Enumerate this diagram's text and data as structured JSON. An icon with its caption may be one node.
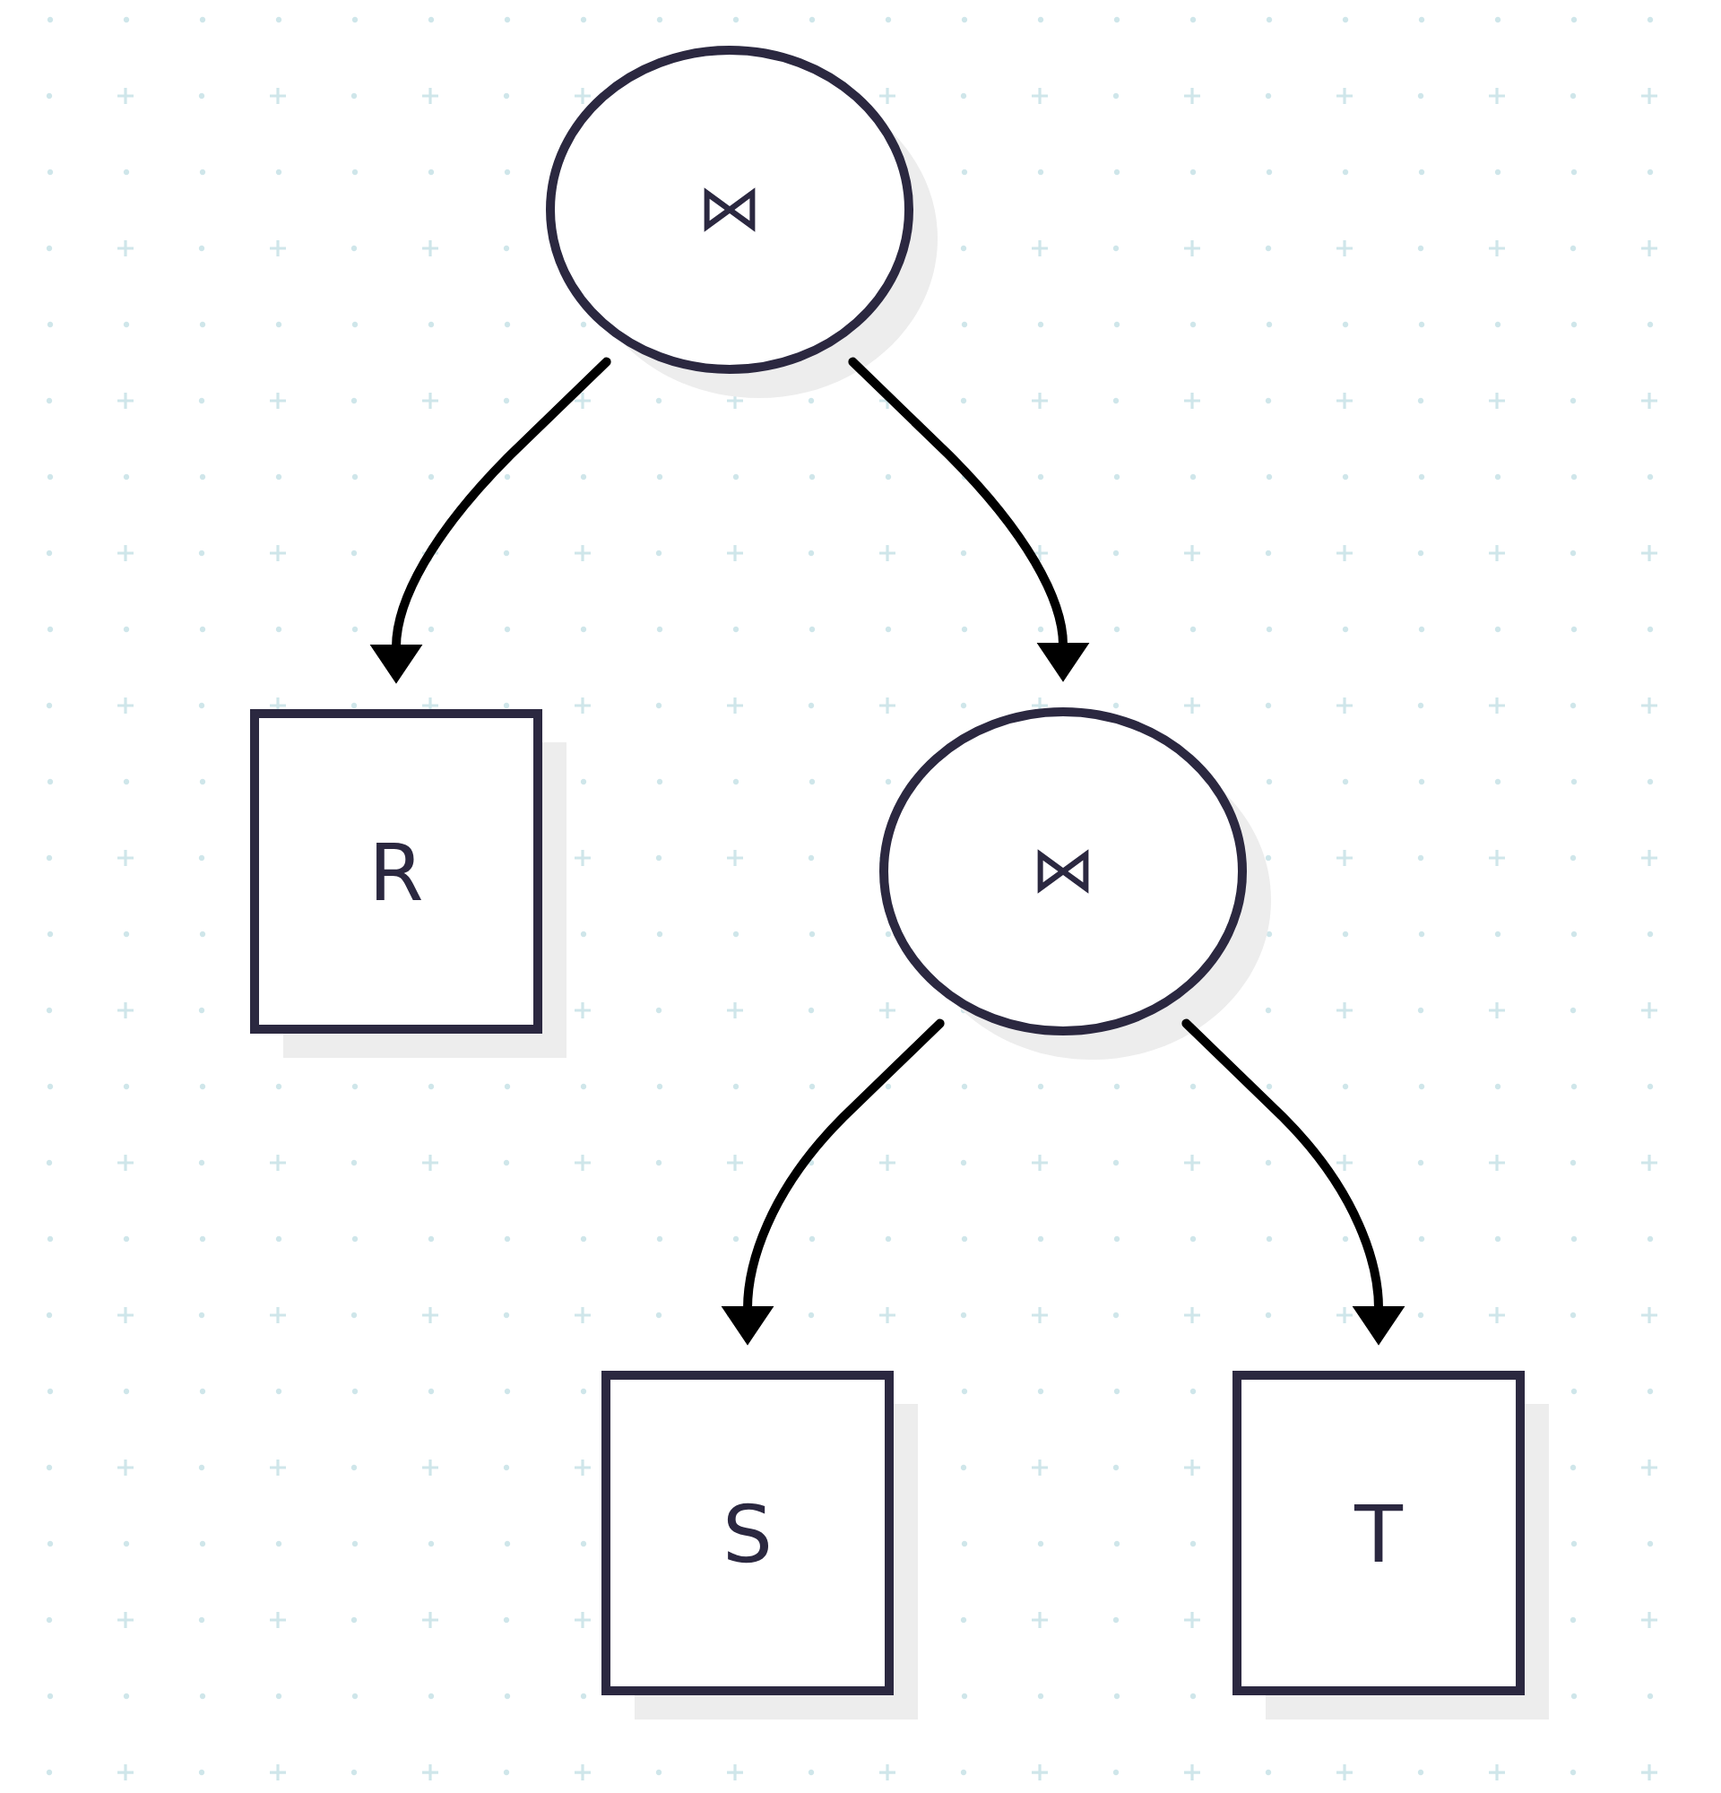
{
  "diagram": {
    "nodes": [
      {
        "text": [
          "⋈"
        ]
      },
      {
        "text": [
          "R"
        ]
      },
      {
        "text": [
          "⋈"
        ]
      },
      {
        "text": [
          "S"
        ]
      },
      {
        "text": [
          "T"
        ]
      }
    ],
    "edges": [
      {
        "from": 0,
        "to": 1,
        "arrow": "to"
      },
      {
        "from": 0,
        "to": 2,
        "arrow": "to"
      },
      {
        "from": 2,
        "to": 3,
        "arrow": "to"
      },
      {
        "from": 2,
        "to": 4,
        "arrow": "to"
      }
    ]
  }
}
